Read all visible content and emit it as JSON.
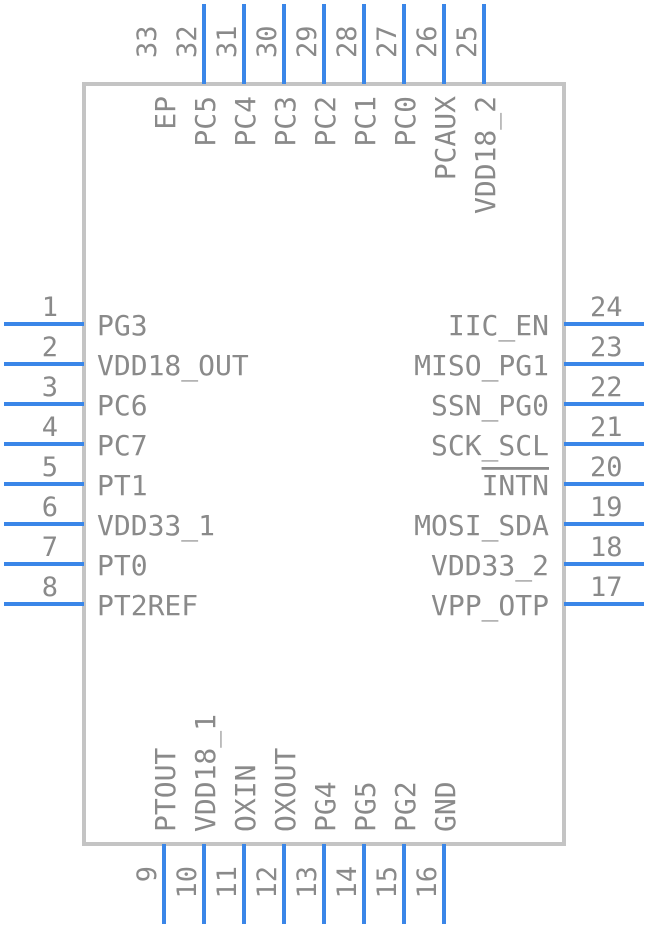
{
  "colors": {
    "pin": "#3a86e8",
    "outline": "#c4c4c4",
    "text": "#8a8a8a",
    "background": "#ffffff"
  },
  "pins": {
    "left": [
      {
        "number": "1",
        "name": "PG3"
      },
      {
        "number": "2",
        "name": "VDD18_OUT"
      },
      {
        "number": "3",
        "name": "PC6"
      },
      {
        "number": "4",
        "name": "PC7"
      },
      {
        "number": "5",
        "name": "PT1"
      },
      {
        "number": "6",
        "name": "VDD33_1"
      },
      {
        "number": "7",
        "name": "PT0"
      },
      {
        "number": "8",
        "name": "PT2REF"
      }
    ],
    "bottom": [
      {
        "number": "9",
        "name": "PTOUT"
      },
      {
        "number": "10",
        "name": "VDD18_1"
      },
      {
        "number": "11",
        "name": "OXIN"
      },
      {
        "number": "12",
        "name": "OXOUT"
      },
      {
        "number": "13",
        "name": "PG4"
      },
      {
        "number": "14",
        "name": "PG5"
      },
      {
        "number": "15",
        "name": "PG2"
      },
      {
        "number": "16",
        "name": "GND"
      }
    ],
    "right": [
      {
        "number": "17",
        "name": "VPP_OTP"
      },
      {
        "number": "18",
        "name": "VDD33_2"
      },
      {
        "number": "19",
        "name": "MOSI_SDA"
      },
      {
        "number": "20",
        "name": "INTN",
        "overbar": true
      },
      {
        "number": "21",
        "name": "SCK_SCL"
      },
      {
        "number": "22",
        "name": "SSN_PG0"
      },
      {
        "number": "23",
        "name": "MISO_PG1"
      },
      {
        "number": "24",
        "name": "IIC_EN"
      }
    ],
    "top": [
      {
        "number": "25",
        "name": "VDD18_2"
      },
      {
        "number": "26",
        "name": "PCAUX"
      },
      {
        "number": "27",
        "name": "PC0"
      },
      {
        "number": "28",
        "name": "PC1"
      },
      {
        "number": "29",
        "name": "PC2"
      },
      {
        "number": "30",
        "name": "PC3"
      },
      {
        "number": "31",
        "name": "PC4"
      },
      {
        "number": "32",
        "name": "PC5"
      },
      {
        "number": "33",
        "name": "EP"
      }
    ]
  }
}
